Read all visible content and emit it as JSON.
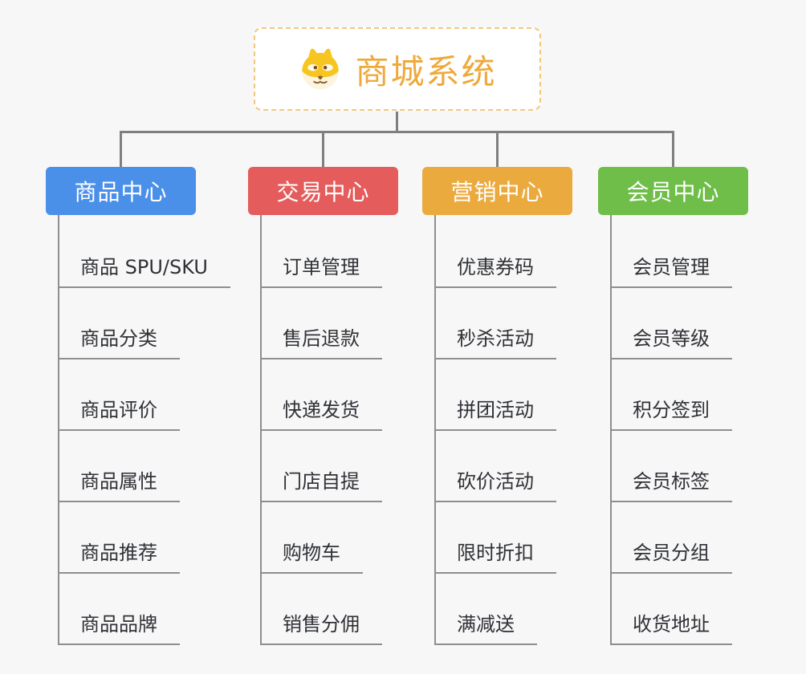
{
  "root": {
    "label": "商城系统",
    "icon": "shiba-dog-face-icon",
    "text_color": "#efa93b",
    "border_color": "#f2c87e"
  },
  "colors": {
    "background": "#f7f7f7",
    "connector": "#7f7f7f",
    "leaf_line": "#8e8e8e",
    "leaf_text": "#2f3136",
    "branch_product": "#4a90e9",
    "branch_trade": "#e45c5c",
    "branch_marketing": "#ebaa3e",
    "branch_member": "#6fbe49"
  },
  "branches": [
    {
      "label": "商品中心",
      "color": "#4a90e9",
      "items": [
        "商品 SPU/SKU",
        "商品分类",
        "商品评价",
        "商品属性",
        "商品推荐",
        "商品品牌"
      ]
    },
    {
      "label": "交易中心",
      "color": "#e45c5c",
      "items": [
        "订单管理",
        "售后退款",
        "快递发货",
        "门店自提",
        "购物车",
        "销售分佣"
      ]
    },
    {
      "label": "营销中心",
      "color": "#ebaa3e",
      "items": [
        "优惠券码",
        "秒杀活动",
        "拼团活动",
        "砍价活动",
        "限时折扣",
        "满减送"
      ]
    },
    {
      "label": "会员中心",
      "color": "#6fbe49",
      "items": [
        "会员管理",
        "会员等级",
        "积分签到",
        "会员标签",
        "会员分组",
        "收货地址"
      ]
    }
  ]
}
